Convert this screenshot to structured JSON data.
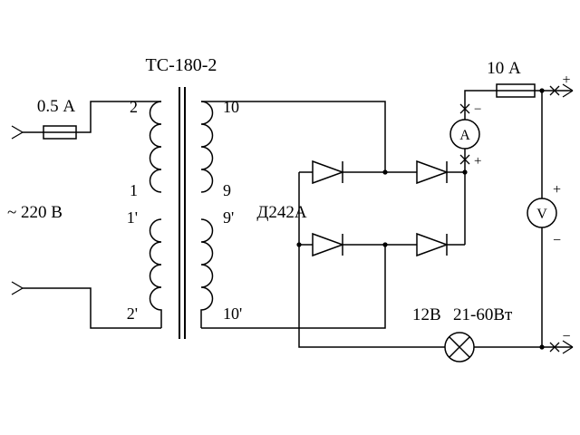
{
  "diagram": {
    "transformer_label": "ТС-180-2",
    "primary_fuse_label": "0.5 А",
    "mains_label": "~ 220 В",
    "primary_taps": [
      "2",
      "1",
      "1'",
      "2'"
    ],
    "secondary_taps": [
      "10",
      "9",
      "9'",
      "10'"
    ],
    "bridge_label": "Д242А",
    "secondary_fuse_label": "10 А",
    "ammeter": {
      "label": "А",
      "minus": "−",
      "plus": "+"
    },
    "voltmeter": {
      "label": "V",
      "plus": "+",
      "minus": "−"
    },
    "lamp": {
      "voltage": "12В",
      "power": "21-60Вт"
    },
    "output": {
      "plus": "+",
      "minus": "−"
    },
    "colors": {
      "line": "#000000",
      "background": "#ffffff"
    }
  }
}
